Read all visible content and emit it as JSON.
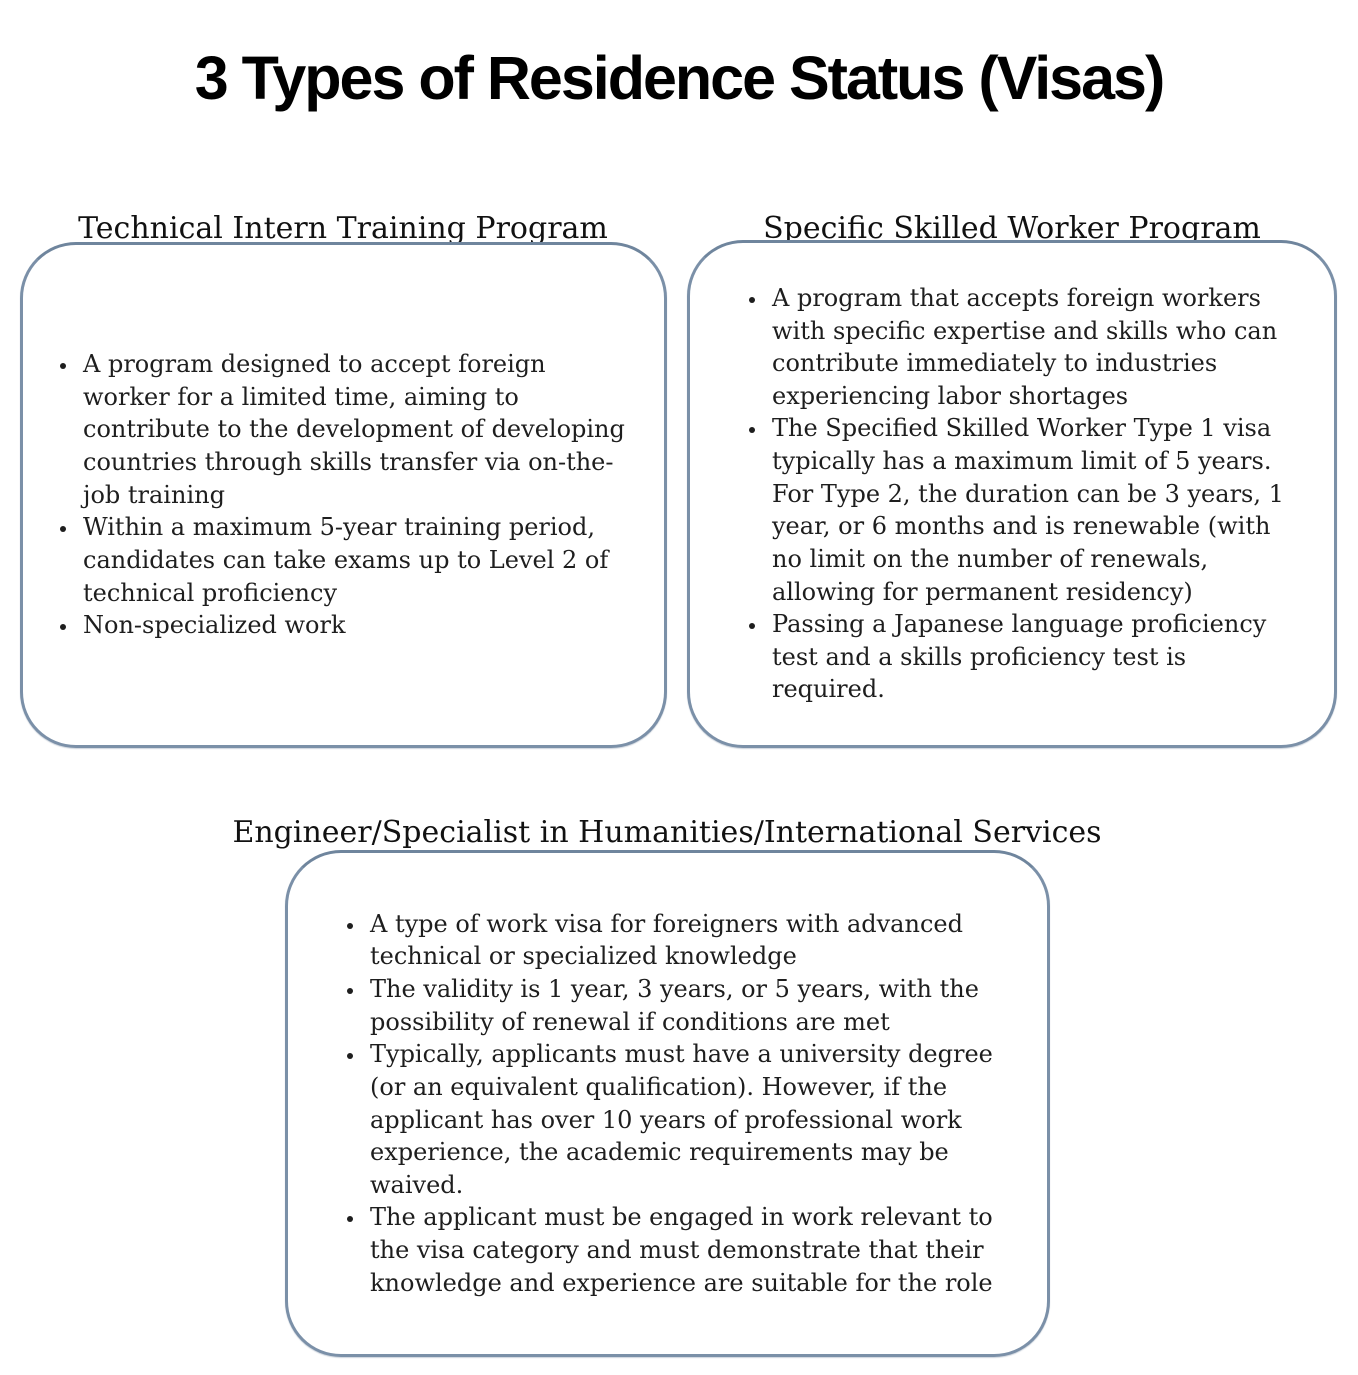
{
  "title": "3 Types of Residence Status (Visas)",
  "colors": {
    "box_border": "#7b90a8",
    "text": "#1e1e1e",
    "title_text": "#000000",
    "background": "#ffffff"
  },
  "sections": [
    {
      "heading": "Technical Intern Training Program",
      "bullets": [
        "A program designed to accept foreign worker for a limited time, aiming to contribute to the development of developing countries through skills transfer via on-the-job training",
        "Within a maximum 5-year training period, candidates can take exams up to Level 2 of technical proficiency",
        "Non-specialized work"
      ]
    },
    {
      "heading": "Specific Skilled Worker Program",
      "bullets": [
        "A program that accepts foreign workers with specific expertise and skills who can contribute immediately to industries experiencing labor shortages",
        "The Specified Skilled Worker Type 1 visa typically has a maximum limit of 5 years. For Type 2, the duration can be 3 years, 1 year, or 6 months and is renewable (with no limit on the number of renewals, allowing for permanent residency)",
        "Passing a Japanese language proficiency test and a skills proficiency test is required."
      ]
    },
    {
      "heading": "Engineer/Specialist in Humanities/International Services",
      "bullets": [
        "A type of work visa for foreigners with advanced technical or specialized knowledge",
        "The validity is 1 year, 3 years, or 5 years, with the possibility of renewal if conditions are met",
        "Typically, applicants must have a university degree (or an equivalent qualification). However, if the applicant has over 10 years of professional work experience, the academic requirements may be waived.",
        "The applicant must be engaged in work relevant to the visa category and must demonstrate that their knowledge and experience are suitable for the role"
      ]
    }
  ]
}
